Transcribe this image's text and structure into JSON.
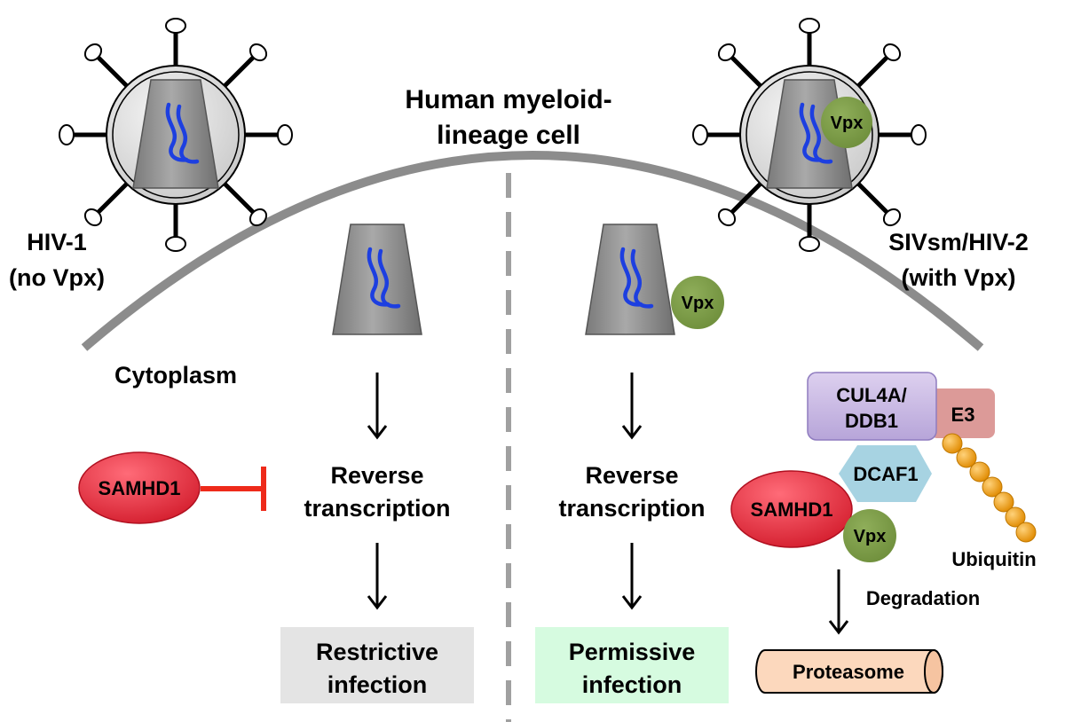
{
  "labels": {
    "title_line1": "Human myeloid-",
    "title_line2": "lineage cell",
    "left_virus_1": "HIV-1",
    "left_virus_2": "(no Vpx)",
    "right_virus_1": "SIVsm/HIV-2",
    "right_virus_2": "(with Vpx)",
    "cytoplasm": "Cytoplasm",
    "vpx": "Vpx",
    "rt_line1": "Reverse",
    "rt_line2": "transcription",
    "samhd1": "SAMHD1",
    "restrictive_1": "Restrictive",
    "restrictive_2": "infection",
    "permissive_1": "Permissive",
    "permissive_2": "infection",
    "cul4a": "CUL4A/",
    "ddb1": "DDB1",
    "e3": "E3",
    "dcaf1": "DCAF1",
    "ubiquitin": "Ubiquitin",
    "degradation": "Degradation",
    "proteasome": "Proteasome"
  },
  "colors": {
    "membrane": "#8c8c8c",
    "capsid_rna": "#1d3fe0",
    "samhd1": "#e03040",
    "vpx": "#7b9a45",
    "inhibition": "#ee2a1a",
    "restrictive_box": "#e4e4e4",
    "permissive_box": "#d6fbe0",
    "cul4a_ddb1": "#c9bbe6",
    "e3": "#dc9a98",
    "dcaf1": "#a7d3e2",
    "ubiquitin": "#f0a21a",
    "proteasome": "#fcd8bd"
  }
}
